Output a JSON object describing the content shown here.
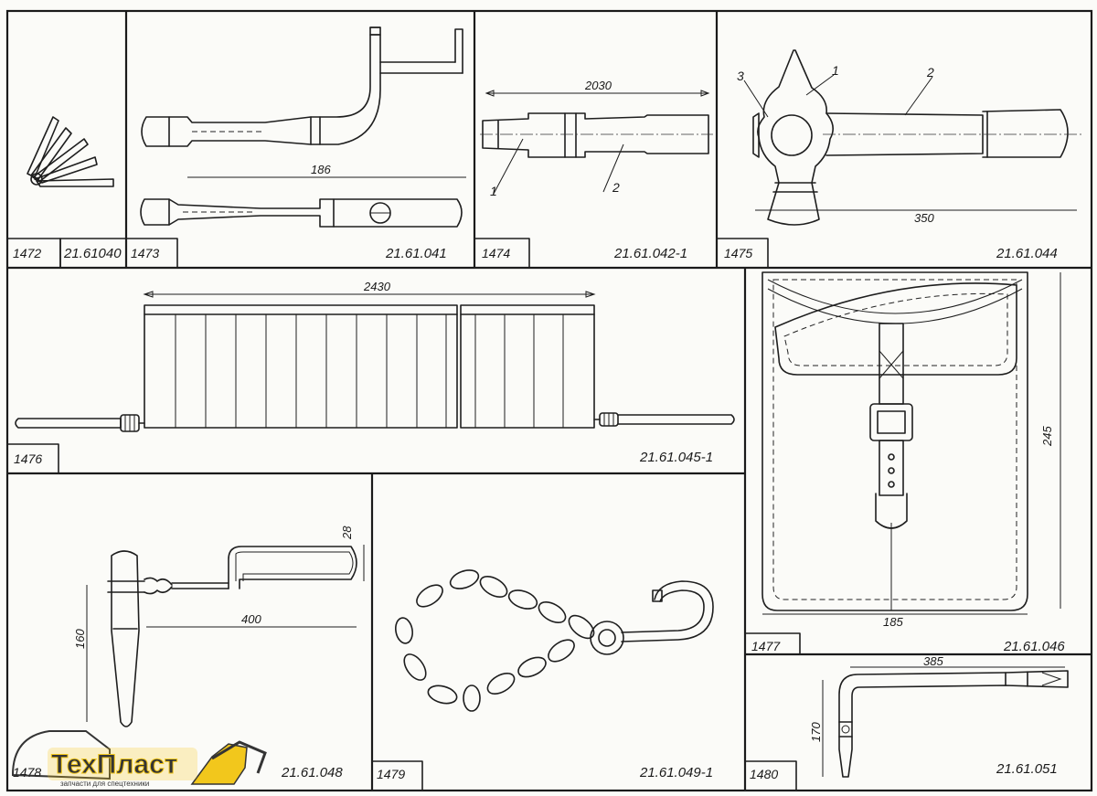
{
  "panels": [
    {
      "number": "1472",
      "code": "21.61040"
    },
    {
      "number": "1473",
      "code": "21.61.041"
    },
    {
      "number": "1474",
      "code": "21.61.042-1"
    },
    {
      "number": "1475",
      "code": "21.61.044"
    },
    {
      "number": "1476",
      "code": "21.61.045-1"
    },
    {
      "number": "1477",
      "code": "21.61.046"
    },
    {
      "number": "1478",
      "code": "21.61.048"
    },
    {
      "number": "1479",
      "code": "21.61.049-1"
    },
    {
      "number": "1480",
      "code": "21.61.051"
    }
  ],
  "dimensions": {
    "d1473": "186",
    "d1474": "2030",
    "d1475": "350",
    "d1476": "2430",
    "d1477_h": "245",
    "d1477_w": "185",
    "d1478_l": "400",
    "d1478_h": "160",
    "d1478_t": "28",
    "d1480_l": "385",
    "d1480_h": "170"
  },
  "callouts": {
    "c1474_1": "1",
    "c1474_2": "2",
    "c1475_1": "1",
    "c1475_2": "2",
    "c1475_3": "3"
  },
  "watermark": {
    "brand": "ТехПласт",
    "tagline": "запчасти для спецтехники"
  },
  "colors": {
    "ink": "#1e1e1e",
    "paper": "#fbfbf8",
    "brand_yellow": "#f2c511",
    "brand_dark": "#2a2a2a"
  }
}
